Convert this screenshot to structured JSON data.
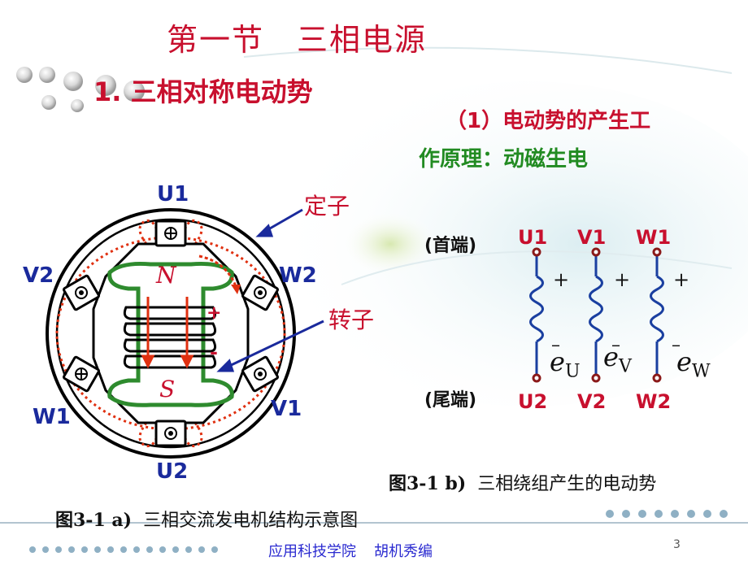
{
  "slide": {
    "title_left": "第一节",
    "title_right": "三相电源",
    "section_heading": "1. 三相对称电动势",
    "subheading_line1": "（1）电动势的产生工",
    "subheading_line2": "作原理：动磁生电",
    "page_number": "3",
    "footer_left": "应用科技学院",
    "footer_right": "胡机秀编"
  },
  "figure_a": {
    "caption_num": "图3-1 a)",
    "caption_text": "三相交流发电机结构示意图",
    "terminals": {
      "u1": "U1",
      "u2": "U2",
      "v1": "V1",
      "v2": "V2",
      "w1": "W1",
      "w2": "W2"
    },
    "pole_north": "N",
    "pole_south": "S",
    "plus": "+",
    "minus": "-",
    "stator_label": "定子",
    "rotor_label": "转子"
  },
  "figure_b": {
    "caption_num": "图3-1 b)",
    "caption_text": "三相绕组产生的电动势",
    "head_label": "(首端)",
    "tail_label": "(尾端)",
    "windings": [
      {
        "top": "U1",
        "bottom": "U2",
        "emf": "e",
        "sub": "U",
        "plus": "+",
        "minus": "–"
      },
      {
        "top": "V1",
        "bottom": "V2",
        "emf": "e",
        "sub": "V",
        "plus": "+",
        "minus": "–"
      },
      {
        "top": "W1",
        "bottom": "W2",
        "emf": "e",
        "sub": "W",
        "plus": "+",
        "minus": "–"
      }
    ]
  },
  "colors": {
    "title_red": "#c8102e",
    "green": "#228b22",
    "blue_label": "#1a2a9c",
    "coil_blue": "#1a3fa0",
    "flux_red": "#e03010"
  }
}
